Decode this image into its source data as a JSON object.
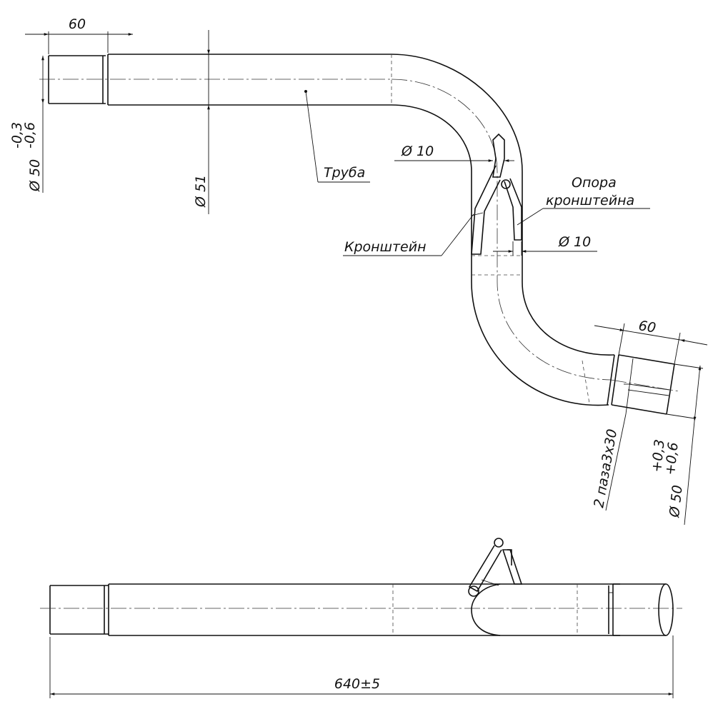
{
  "dimensions": {
    "end_len_top": "60",
    "end_len_right": "60",
    "dia_51": "Ø 51",
    "dia_end_left_main": "Ø 50",
    "dia_end_left_tol_upper": "-0,3",
    "dia_end_left_tol_lower": "-0,6",
    "dia_end_right_main": "Ø 50",
    "dia_end_right_tol_upper": "+0,3",
    "dia_end_right_tol_lower": "+0,6",
    "dia_rod_1": "Ø 10",
    "dia_rod_2": "Ø 10",
    "slots": "2 паза3х30",
    "overall_length": "640±5"
  },
  "callouts": {
    "pipe": "Труба",
    "bracket": "Кронштейн",
    "bracket_support_line1": "Опора",
    "bracket_support_line2": "кронштейна"
  }
}
